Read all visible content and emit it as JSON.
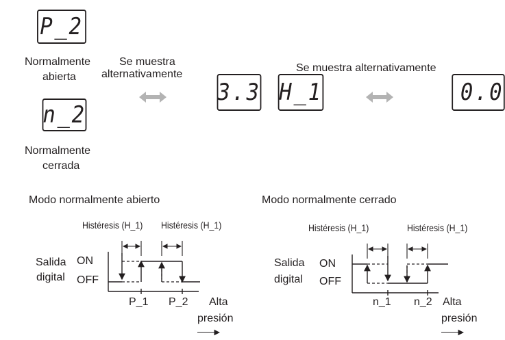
{
  "displays": {
    "p2": "P_2",
    "n2": "n_2",
    "value": "3.3",
    "h1": "H_1",
    "right_partial": "0.0"
  },
  "labels": {
    "normally_open_1": "Normalmente",
    "normally_open_2": "abierta",
    "normally_closed_1": "Normalmente",
    "normally_closed_2": "cerrada",
    "alternate_left_1": "Se muestra",
    "alternate_left_2": "alternativamente",
    "alternate_right": "Se muestra alternativamente"
  },
  "diagram_open": {
    "title": "Modo normalmente abierto",
    "hyst_left": "Histéresis (H_1)",
    "hyst_right": "Histéresis (H_1)",
    "output_1": "Salida",
    "output_2": "digital",
    "on": "ON",
    "off": "OFF",
    "tick_1": "P_1",
    "tick_2": "P_2",
    "axis_1": "Alta",
    "axis_2": "presión"
  },
  "diagram_closed": {
    "title": "Modo normalmente cerrado",
    "hyst_left": "Histéresis (H_1)",
    "hyst_right": "Histéresis (H_1)",
    "output_1": "Salida",
    "output_2": "digital",
    "on": "ON",
    "off": "OFF",
    "tick_1": "n_1",
    "tick_2": "n_2",
    "axis_1": "Alta",
    "axis_2": "presión"
  },
  "colors": {
    "ink": "#231f20",
    "arrow_gray": "#b3b3b3"
  }
}
